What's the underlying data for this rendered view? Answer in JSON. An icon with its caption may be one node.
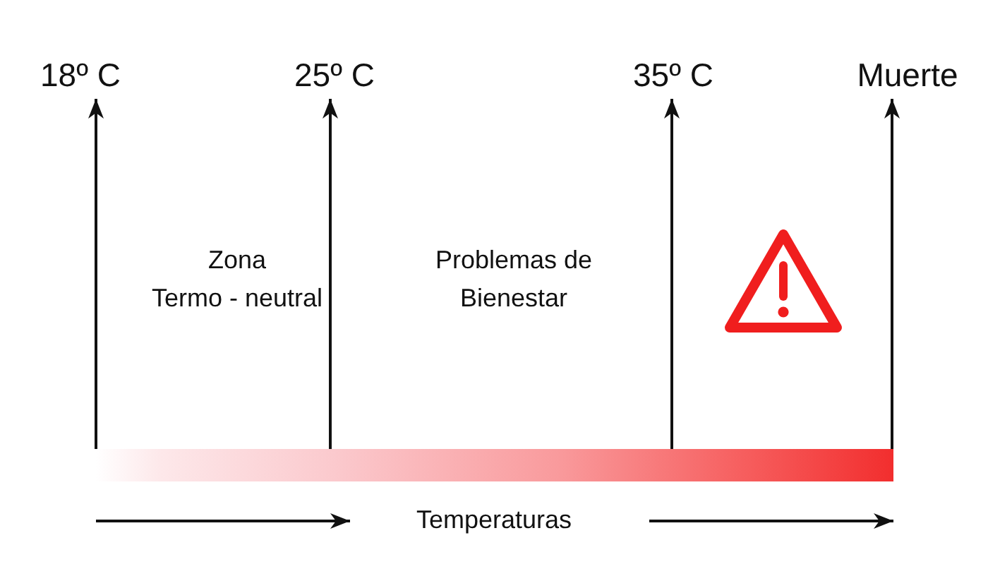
{
  "diagram": {
    "nodes": [
      {
        "text": [
          "18º C"
        ]
      },
      {
        "text": [
          "25º C"
        ]
      },
      {
        "text": [
          "35º C"
        ]
      },
      {
        "text": [
          "Muerte"
        ]
      },
      {
        "text": [],
        "shape": "bar"
      }
    ],
    "edges": [
      {
        "from": 4,
        "to": 0,
        "arrow": "to"
      },
      {
        "from": 4,
        "to": 1,
        "arrow": "to"
      },
      {
        "from": 4,
        "to": 2,
        "arrow": "to"
      },
      {
        "from": 4,
        "to": 3,
        "arrow": "to"
      }
    ],
    "labels": [
      "Zona Termo - neutral",
      "Problemas de Bienestar",
      "Temperaturas"
    ]
  }
}
